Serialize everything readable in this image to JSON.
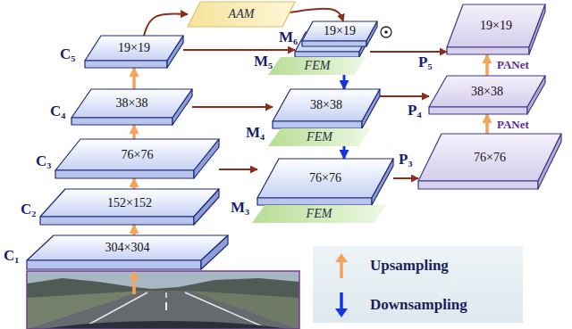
{
  "diagram": {
    "nodes": [
      {
        "text": [
          "C₁",
          "304×304"
        ]
      },
      {
        "text": [
          "C₂",
          "152×152"
        ]
      },
      {
        "text": [
          "C₃",
          "76×76"
        ]
      },
      {
        "text": [
          "C₄",
          "38×38"
        ]
      },
      {
        "text": [
          "C₅",
          "19×19"
        ]
      },
      {
        "text": [
          "AAM"
        ]
      },
      {
        "text": [
          "M₆",
          "19×19"
        ]
      },
      {
        "text": [
          "M₅"
        ]
      },
      {
        "text": [
          "FEM"
        ]
      },
      {
        "text": [
          "M₄",
          "38×38"
        ]
      },
      {
        "text": [
          "FEM"
        ]
      },
      {
        "text": [
          "M₃",
          "76×76"
        ]
      },
      {
        "text": [
          "FEM"
        ]
      },
      {
        "text": [
          "P₅",
          "19×19"
        ]
      },
      {
        "text": [
          "P₄",
          "38×38"
        ]
      },
      {
        "text": [
          "P₃",
          "76×76"
        ]
      }
    ],
    "edges": [
      {
        "from": 0,
        "to": 1,
        "arrow": "to"
      },
      {
        "from": 1,
        "to": 2,
        "arrow": "to"
      },
      {
        "from": 2,
        "to": 3,
        "arrow": "to"
      },
      {
        "from": 3,
        "to": 4,
        "arrow": "to"
      },
      {
        "from": 4,
        "to": 5,
        "arrow": "to"
      },
      {
        "from": 5,
        "to": 6,
        "arrow": "to"
      },
      {
        "from": 4,
        "to": 7,
        "arrow": "to"
      },
      {
        "from": 3,
        "to": 9,
        "arrow": "to"
      },
      {
        "from": 2,
        "to": 11,
        "arrow": "to"
      },
      {
        "from": 8,
        "to": 9,
        "arrow": "to"
      },
      {
        "from": 10,
        "to": 11,
        "arrow": "to"
      },
      {
        "from": 7,
        "to": 13,
        "arrow": "to"
      },
      {
        "from": 9,
        "to": 14,
        "arrow": "to"
      },
      {
        "from": 11,
        "to": 15,
        "arrow": "to"
      },
      {
        "from": 15,
        "to": 14,
        "arrow": "to"
      },
      {
        "from": 14,
        "to": 13,
        "arrow": "to"
      }
    ],
    "labels": [
      "PANet",
      "PANet"
    ],
    "legend": [
      {
        "text": "Upsampling"
      },
      {
        "text": "Downsampling"
      }
    ]
  }
}
